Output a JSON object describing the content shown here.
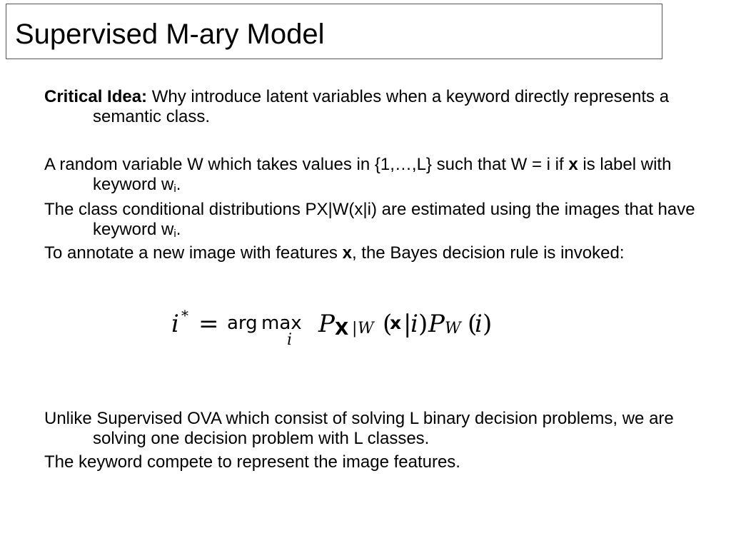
{
  "slide": {
    "title": "Supervised M-ary Model"
  },
  "paragraphs": {
    "p1": {
      "bold_lead": "Critical Idea:",
      "text": " Why introduce latent variables when a keyword directly represents a semantic class."
    },
    "p2": {
      "text_a": "A random variable W which takes values in {1,…,L} such that W = i if ",
      "bold_x": "x",
      "text_b": " is label with keyword w",
      "sub": "i",
      "end": "."
    },
    "p3": {
      "text_a": "The class conditional distributions PX|W(x|i) are estimated using the images that have keyword w",
      "sub": "i",
      "end": "."
    },
    "p4": {
      "text_a": "To annotate a new image with features ",
      "bold_x": "x",
      "text_b": ", the Bayes decision rule is invoked:"
    },
    "p5": {
      "text": "Unlike Supervised OVA which consist of solving L binary decision problems, we are solving one decision problem with L classes."
    },
    "p6": {
      "text": "The keyword compete to represent the image features."
    }
  },
  "formula": {
    "lhs": "i",
    "star": "*",
    "eq": "=",
    "arg": "arg",
    "max": "max",
    "under": "i",
    "P": "P",
    "X": "X",
    "bar": "|",
    "W": "W",
    "lparen": "(",
    "x": "x",
    "i": "i",
    "rparen": ")"
  }
}
